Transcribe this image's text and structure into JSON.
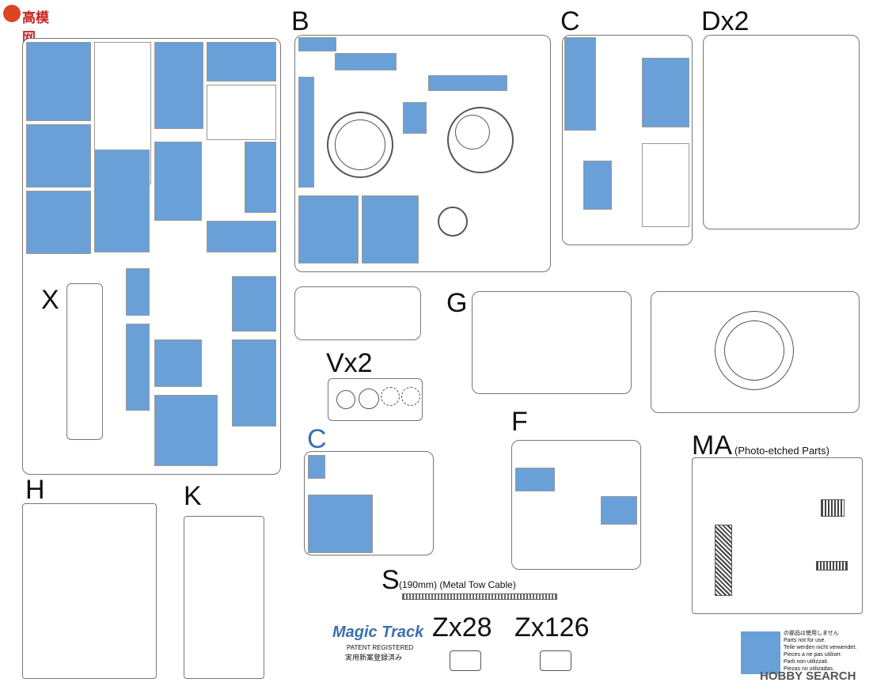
{
  "watermark_top": "高模网",
  "watermark_bottom": "HOBBY SEARCH",
  "sprues": {
    "B": "B",
    "C": "C",
    "Dx2": "Dx2",
    "X": "X",
    "Vx2": "Vx2",
    "G": "G",
    "C2": "C",
    "F": "F",
    "MA": "MA",
    "MA_sub": "(Photo-etched Parts)",
    "H": "H",
    "K": "K",
    "S": "S",
    "S_sub": "(190mm) (Metal Tow Cable)",
    "Zx28": "Zx28",
    "Zx126": "Zx126"
  },
  "magic_track": {
    "logo": "Magic Track",
    "patent": "PATENT REGISTERED",
    "patent_jp": "実用新案登録済み"
  },
  "legend": {
    "lines": [
      "の部品は使用しません",
      "Parts not for use.",
      "Teile werden nicht verwendet.",
      "Pieces a ne pas utiliser.",
      "Parti non utilizzati.",
      "Piezas no utilizadas."
    ]
  },
  "colors": {
    "unused": "#6aa0d8",
    "outline": "#777777"
  }
}
